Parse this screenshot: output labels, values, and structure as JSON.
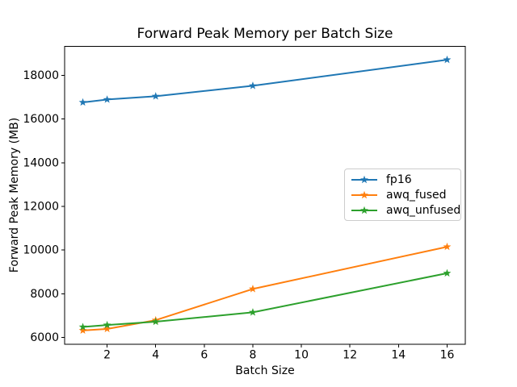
{
  "chart_data": {
    "type": "line",
    "title": "Forward Peak Memory per Batch Size",
    "xlabel": "Batch Size",
    "ylabel": "Forward Peak Memory (MB)",
    "x": [
      1,
      2,
      4,
      8,
      16
    ],
    "series": [
      {
        "name": "fp16",
        "color": "#1f77b4",
        "values": [
          16760,
          16890,
          17040,
          17520,
          18710
        ]
      },
      {
        "name": "awq_fused",
        "color": "#ff7f0e",
        "values": [
          6320,
          6390,
          6790,
          8220,
          10150
        ]
      },
      {
        "name": "awq_unfused",
        "color": "#2ca02c",
        "values": [
          6480,
          6570,
          6720,
          7150,
          8940
        ]
      }
    ],
    "xlim": [
      0.25,
      16.75
    ],
    "ylim": [
      5680,
      19320
    ],
    "xticks": [
      2,
      4,
      6,
      8,
      10,
      12,
      14,
      16
    ],
    "yticks": [
      6000,
      8000,
      10000,
      12000,
      14000,
      16000,
      18000
    ],
    "marker": "star",
    "grid": false,
    "legend_position": "center right",
    "axis_color": "#000000",
    "background_color": "#ffffff"
  }
}
